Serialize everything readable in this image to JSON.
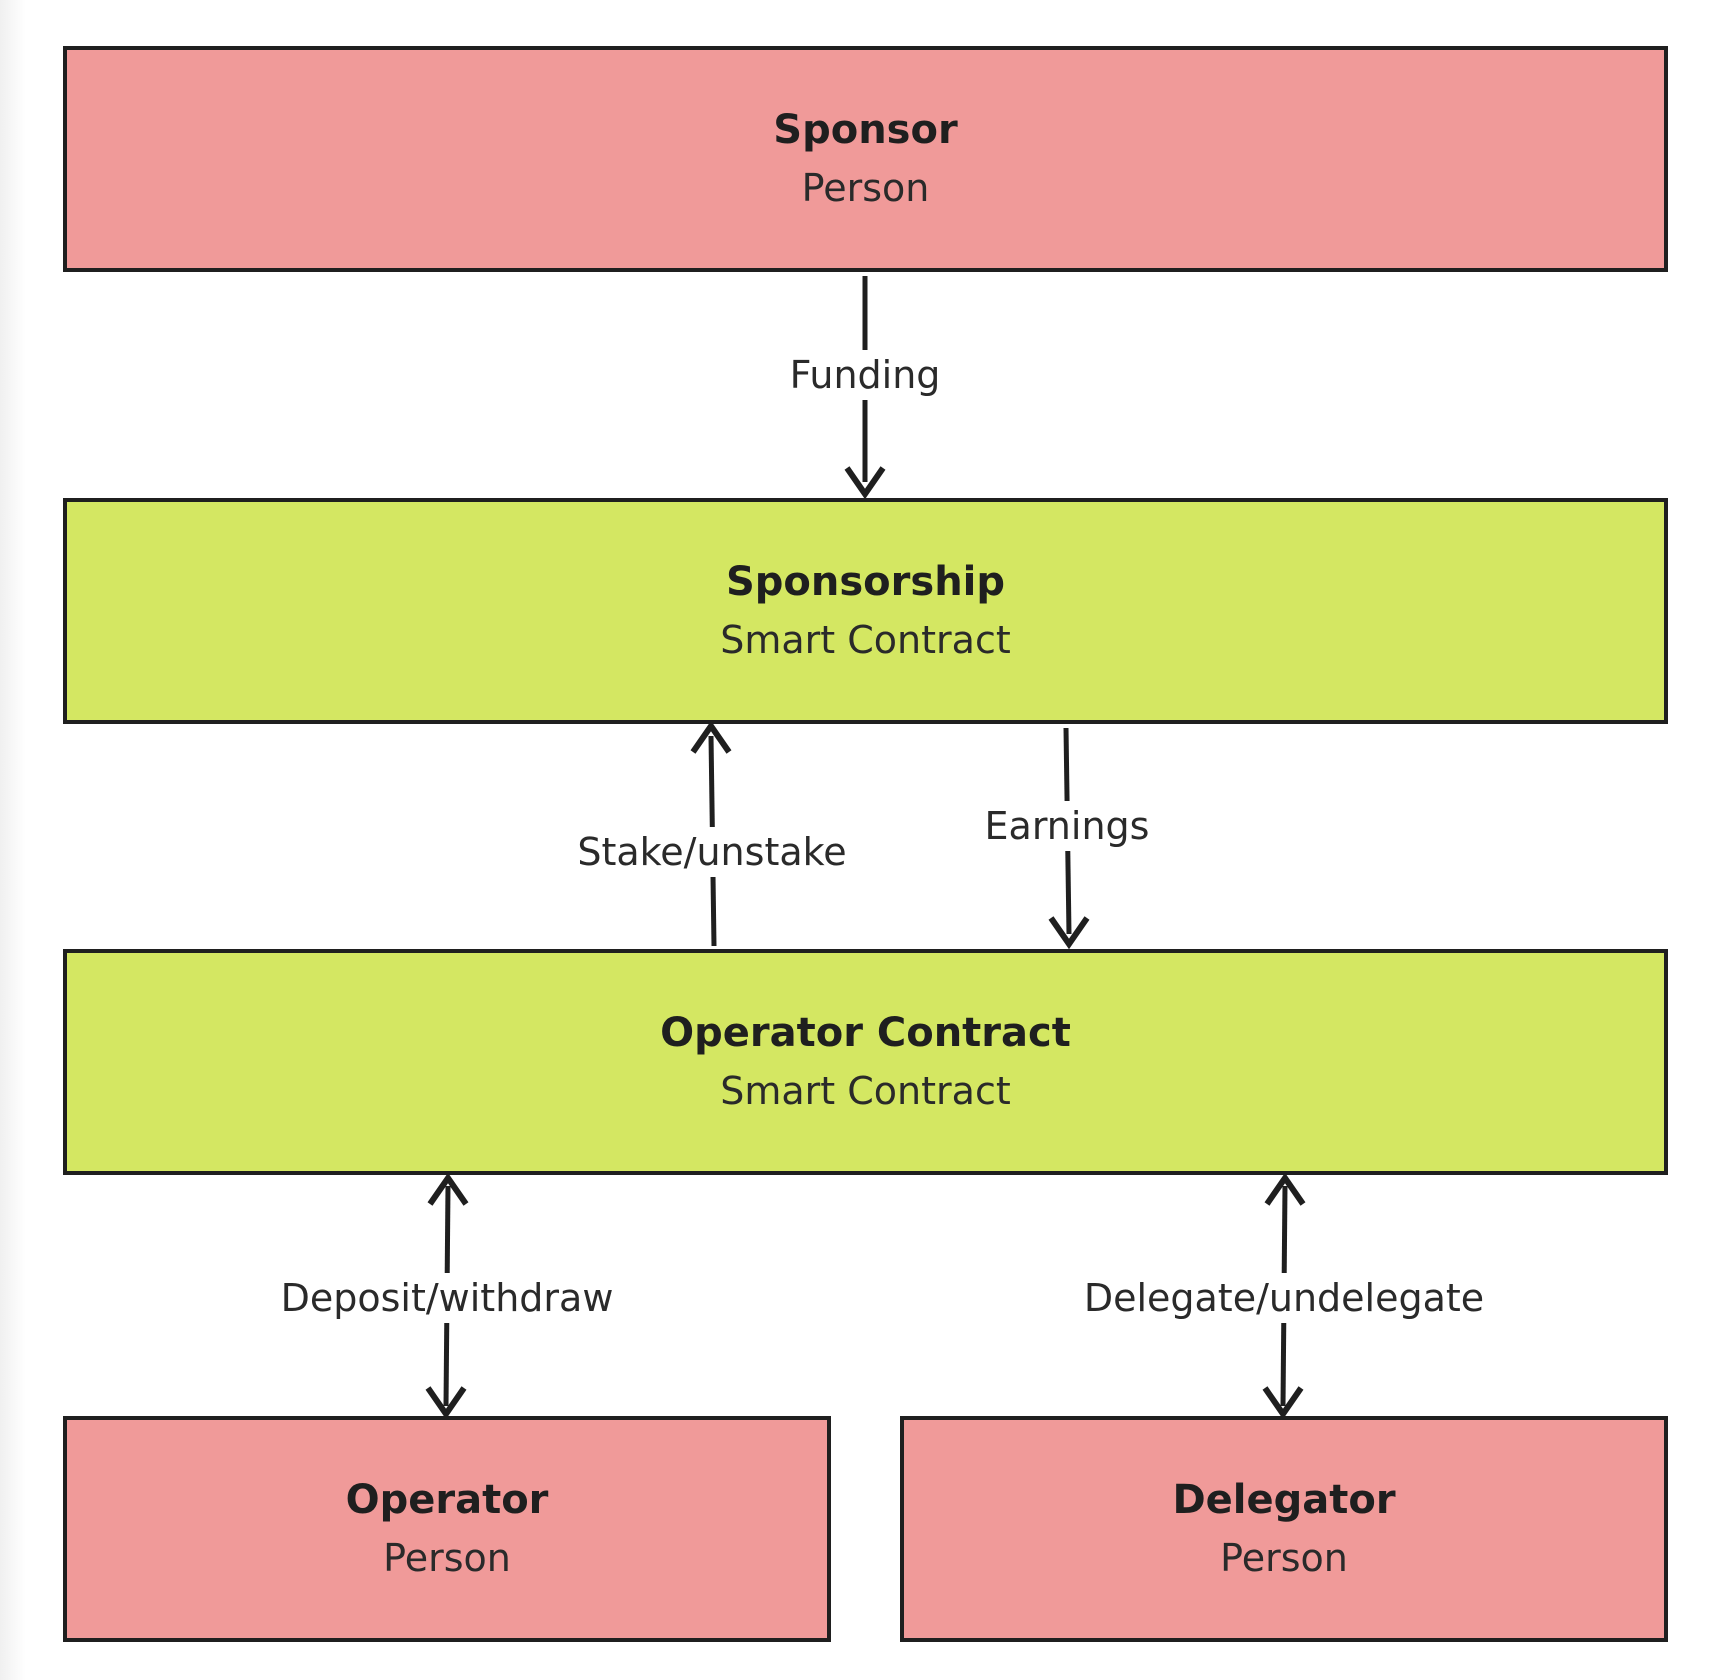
{
  "nodes": {
    "sponsor": {
      "title": "Sponsor",
      "subtitle": "Person",
      "color": "#f09a99"
    },
    "sponsorship": {
      "title": "Sponsorship",
      "subtitle": "Smart Contract",
      "color": "#d4e762"
    },
    "operator_contract": {
      "title": "Operator Contract",
      "subtitle": "Smart Contract",
      "color": "#d4e762"
    },
    "operator": {
      "title": "Operator",
      "subtitle": "Person",
      "color": "#f09a99"
    },
    "delegator": {
      "title": "Delegator",
      "subtitle": "Person",
      "color": "#f09a99"
    }
  },
  "edges": {
    "funding": {
      "label": "Funding",
      "from": "Sponsor",
      "to": "Sponsorship",
      "direction": "one-way"
    },
    "stake": {
      "label": "Stake/unstake",
      "from": "Operator Contract",
      "to": "Sponsorship",
      "direction": "one-way"
    },
    "earnings": {
      "label": "Earnings",
      "from": "Sponsorship",
      "to": "Operator Contract",
      "direction": "one-way"
    },
    "deposit": {
      "label": "Deposit/withdraw",
      "from": "Operator",
      "to": "Operator Contract",
      "direction": "two-way"
    },
    "delegate": {
      "label": "Delegate/undelegate",
      "from": "Delegator",
      "to": "Operator Contract",
      "direction": "two-way"
    }
  },
  "colors": {
    "person": "#f09a99",
    "contract": "#d4e762",
    "stroke": "#1f1f1f"
  }
}
